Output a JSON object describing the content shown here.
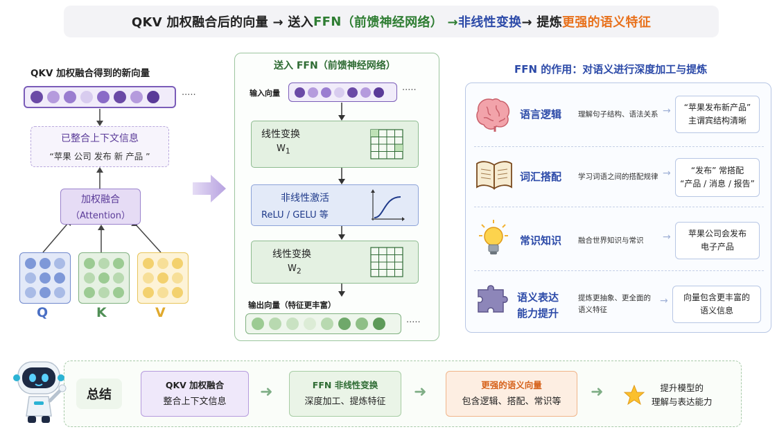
{
  "header": {
    "part1": "QKV 加权融合后的向量 → 送入 ",
    "ffn": "FFN",
    "part2": "（前馈神经网络） → ",
    "nonlinear": "非线性变换",
    "part3": " → 提炼",
    "stronger": "更强的语义特征"
  },
  "left": {
    "vector_title": "QKV 加权融合得到的新向量",
    "ellipsis": "·····",
    "context_title": "已整合上下文信息",
    "context_example": "“苹果 公司 发布 新 产品 ”",
    "attention_title": "加权融合",
    "attention_sub": "（Attention）",
    "q": "Q",
    "k": "K",
    "v": "V"
  },
  "ffn": {
    "title": "送入 FFN（前馈神经网络）",
    "input_label": "输入向量",
    "ellipsis": "·····",
    "linear1_title": "线性变换",
    "linear1_w": "W",
    "linear1_sub": "1",
    "act_title": "非线性激活",
    "act_sub": "ReLU / GELU 等",
    "linear2_title": "线性变换",
    "linear2_w": "W",
    "linear2_sub": "2",
    "output_label": "输出向量（特征更丰富）"
  },
  "roles": {
    "title": "FFN 的作用：对语义进行深度加工与提炼",
    "items": [
      {
        "icon": "brain-icon",
        "name": "语言逻辑",
        "desc": "理解句子结构、语法关系",
        "ex1": "“苹果发布新产品”",
        "ex2": "主谓宾结构清晰"
      },
      {
        "icon": "book-icon",
        "name": "词汇搭配",
        "desc": "学习词语之间的搭配规律",
        "ex1": "“发布” 常搭配",
        "ex2": "“产品 / 消息 / 报告”"
      },
      {
        "icon": "lightbulb-icon",
        "name": "常识知识",
        "desc": "融合世界知识与常识",
        "ex1": "苹果公司会发布",
        "ex2": "电子产品"
      },
      {
        "icon": "puzzle-icon",
        "name1": "语义表达",
        "name2": "能力提升",
        "desc1": "提炼更抽象、更全面的",
        "desc2": "语义特征",
        "ex1": "向量包含更丰富的",
        "ex2": "语义信息"
      }
    ]
  },
  "summary": {
    "label": "总结",
    "s1_title": "QKV 加权融合",
    "s1_sub": "整合上下文信息",
    "s2_title": "FFN 非线性变换",
    "s2_sub": "深度加工、提炼特征",
    "s3_title": "更强的语义向量",
    "s3_sub": "包含逻辑、搭配、常识等",
    "final1": "提升模型的",
    "final2": "理解与表达能力"
  },
  "colors": {
    "purple": "#6b4aa6",
    "purple_light": "#c9b8e8",
    "green": "#4f8f55",
    "blue": "#2c4aa8",
    "orange": "#e8711c"
  }
}
